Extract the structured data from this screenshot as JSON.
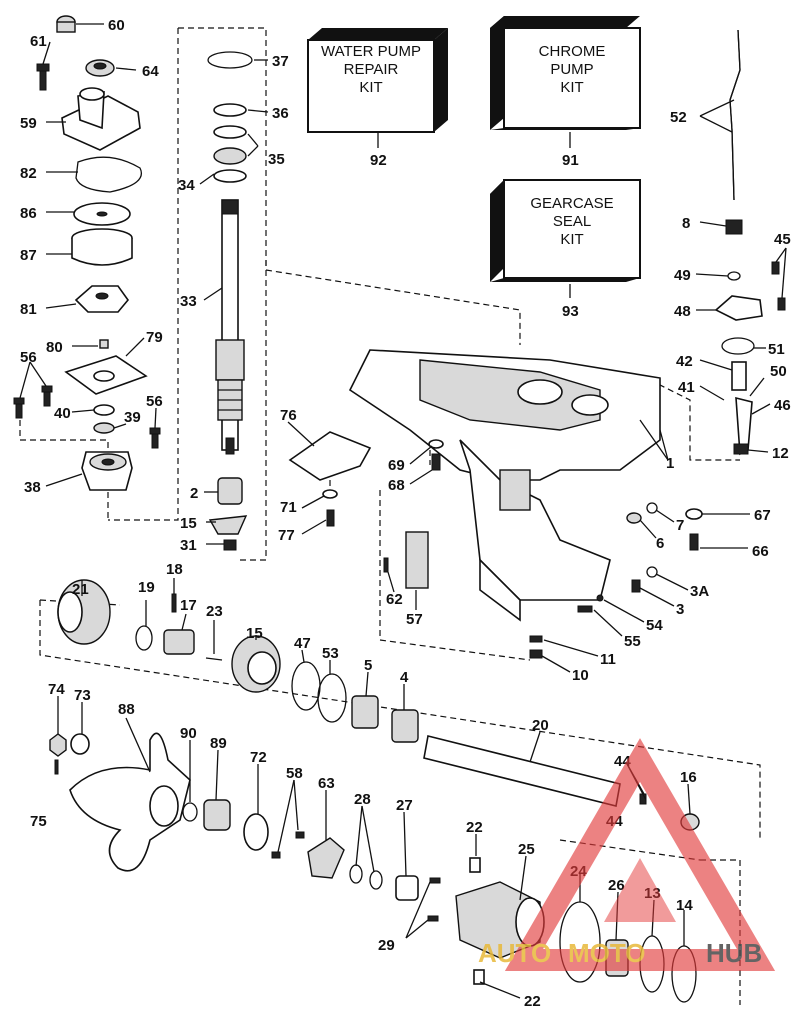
{
  "kits": [
    {
      "lines": [
        "WATER PUMP",
        "REPAIR",
        "KIT"
      ],
      "ref": "92"
    },
    {
      "lines": [
        "CHROME",
        "PUMP",
        "KIT"
      ],
      "ref": "91"
    },
    {
      "lines": [
        "GEARCASE",
        "SEAL",
        "KIT"
      ],
      "ref": "93"
    }
  ],
  "callouts": [
    "60",
    "61",
    "64",
    "59",
    "82",
    "86",
    "87",
    "81",
    "80",
    "79",
    "56",
    "56",
    "40",
    "39",
    "38",
    "37",
    "36",
    "35",
    "34",
    "33",
    "2",
    "15",
    "31",
    "76",
    "69",
    "68",
    "71",
    "77",
    "1",
    "52",
    "8",
    "45",
    "49",
    "48",
    "51",
    "42",
    "50",
    "41",
    "46",
    "12",
    "67",
    "7",
    "6",
    "66",
    "3A",
    "3",
    "54",
    "55",
    "62",
    "57",
    "11",
    "10",
    "21",
    "19",
    "18",
    "17",
    "23",
    "15",
    "47",
    "53",
    "5",
    "4",
    "20",
    "74",
    "73",
    "88",
    "75",
    "90",
    "89",
    "72",
    "58",
    "63",
    "28",
    "27",
    "22",
    "25",
    "44",
    "16",
    "44",
    "24",
    "26",
    "13",
    "14",
    "29",
    "22"
  ],
  "watermark": {
    "part1": "AUTO",
    "part2": "MOTO",
    "part3": "HUB",
    "color1": "#e8b93a",
    "color2": "#4a4a4a",
    "triangle": "#e23b3b"
  }
}
